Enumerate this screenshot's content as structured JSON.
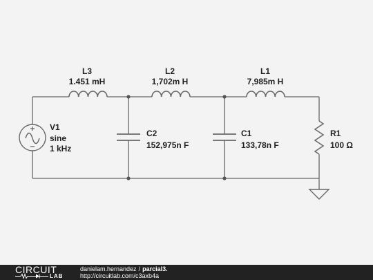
{
  "components": {
    "L3": {
      "name": "L3",
      "value": "1.451 mH"
    },
    "L2": {
      "name": "L2",
      "value": "1,702m H"
    },
    "L1": {
      "name": "L1",
      "value": "7,985m H"
    },
    "C2": {
      "name": "C2",
      "value": "152,975n F"
    },
    "C1": {
      "name": "C1",
      "value": "133,78n F"
    },
    "R1": {
      "name": "R1",
      "value": "100 Ω"
    },
    "V1": {
      "name": "V1",
      "type": "sine",
      "freq": "1 kHz"
    }
  },
  "footer": {
    "logo_top": "CIRCUIT",
    "logo_bottom": "LAB",
    "author": "danielam.hernandez",
    "separator": "/",
    "project": "parcial3.",
    "url": "http://circuitlab.com/c3axb4a"
  },
  "colors": {
    "wire": "#666666",
    "background": "#f3f3f3",
    "footer_bg": "#222222"
  }
}
